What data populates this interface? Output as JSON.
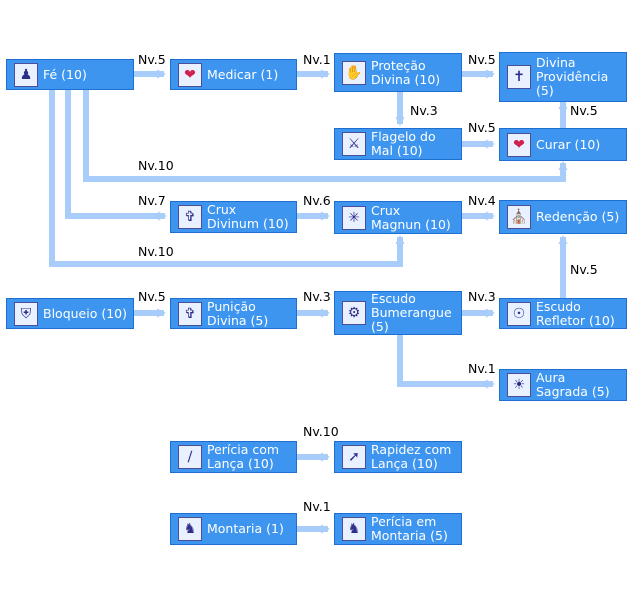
{
  "colors": {
    "node": "#3d95f0",
    "node_border": "#1f6fd0",
    "connector": "#a8cdfb",
    "text": "#ffffff",
    "level_text": "#000000"
  },
  "nodes": {
    "fe": {
      "label": "Fé (10)",
      "icon": "person-icon"
    },
    "medicar": {
      "label": "Medicar (1)",
      "icon": "heart-cross-icon"
    },
    "protecao": {
      "label": "Proteção\nDivina (10)",
      "icon": "shield-glove-icon"
    },
    "providencia": {
      "label": "Divina\nProvidência\n(5)",
      "icon": "cross-icon"
    },
    "flagelo": {
      "label": "Flagelo do\nMal (10)",
      "icon": "scourge-icon"
    },
    "curar": {
      "label": "Curar (10)",
      "icon": "heart-cross-icon"
    },
    "crux_divinum": {
      "label": "Crux\nDivinum (10)",
      "icon": "holy-cross-icon"
    },
    "crux_magnun": {
      "label": "Crux\nMagnun (10)",
      "icon": "radiant-cross-icon"
    },
    "redencao": {
      "label": "Redenção (5)",
      "icon": "shrine-icon"
    },
    "bloqueio": {
      "label": "Bloqueio (10)",
      "icon": "block-shield-icon"
    },
    "punicao": {
      "label": "Punição\nDivina (5)",
      "icon": "holy-cross-icon"
    },
    "escudo_bum": {
      "label": "Escudo\nBumerangue\n(5)",
      "icon": "boomerang-shield-icon"
    },
    "escudo_ref": {
      "label": "Escudo\nRefletor (10)",
      "icon": "reflect-shield-icon"
    },
    "aura": {
      "label": "Aura\nSagrada (5)",
      "icon": "sacred-aura-icon"
    },
    "pericia_lanca": {
      "label": "Perícia com\nLança (10)",
      "icon": "spear-icon"
    },
    "rapidez_lanca": {
      "label": "Rapidez com\nLança (10)",
      "icon": "spear-thrust-icon"
    },
    "montaria": {
      "label": "Montaria (1)",
      "icon": "mount-icon"
    },
    "pericia_mont": {
      "label": "Perícia em\nMontaria (5)",
      "icon": "mount-skill-icon"
    }
  },
  "levels": {
    "fe_medicar": "Nv.5",
    "medicar_protecao": "Nv.1",
    "protecao_providencia": "Nv.5",
    "protecao_flagelo": "Nv.3",
    "flagelo_curar": "Nv.5",
    "curar_providencia": "Nv.5",
    "fe_curar": "Nv.10",
    "fe_crux_divinum": "Nv.7",
    "crux_divinum_magnun": "Nv.6",
    "crux_magnun_redencao": "Nv.4",
    "fe_crux_magnun": "Nv.10",
    "bloqueio_punicao": "Nv.5",
    "punicao_escudo_bum": "Nv.3",
    "escudo_bum_ref": "Nv.3",
    "escudo_ref_redencao": "Nv.5",
    "escudo_bum_aura": "Nv.1",
    "pericia_rapidez": "Nv.10",
    "montaria_pericia": "Nv.1"
  }
}
